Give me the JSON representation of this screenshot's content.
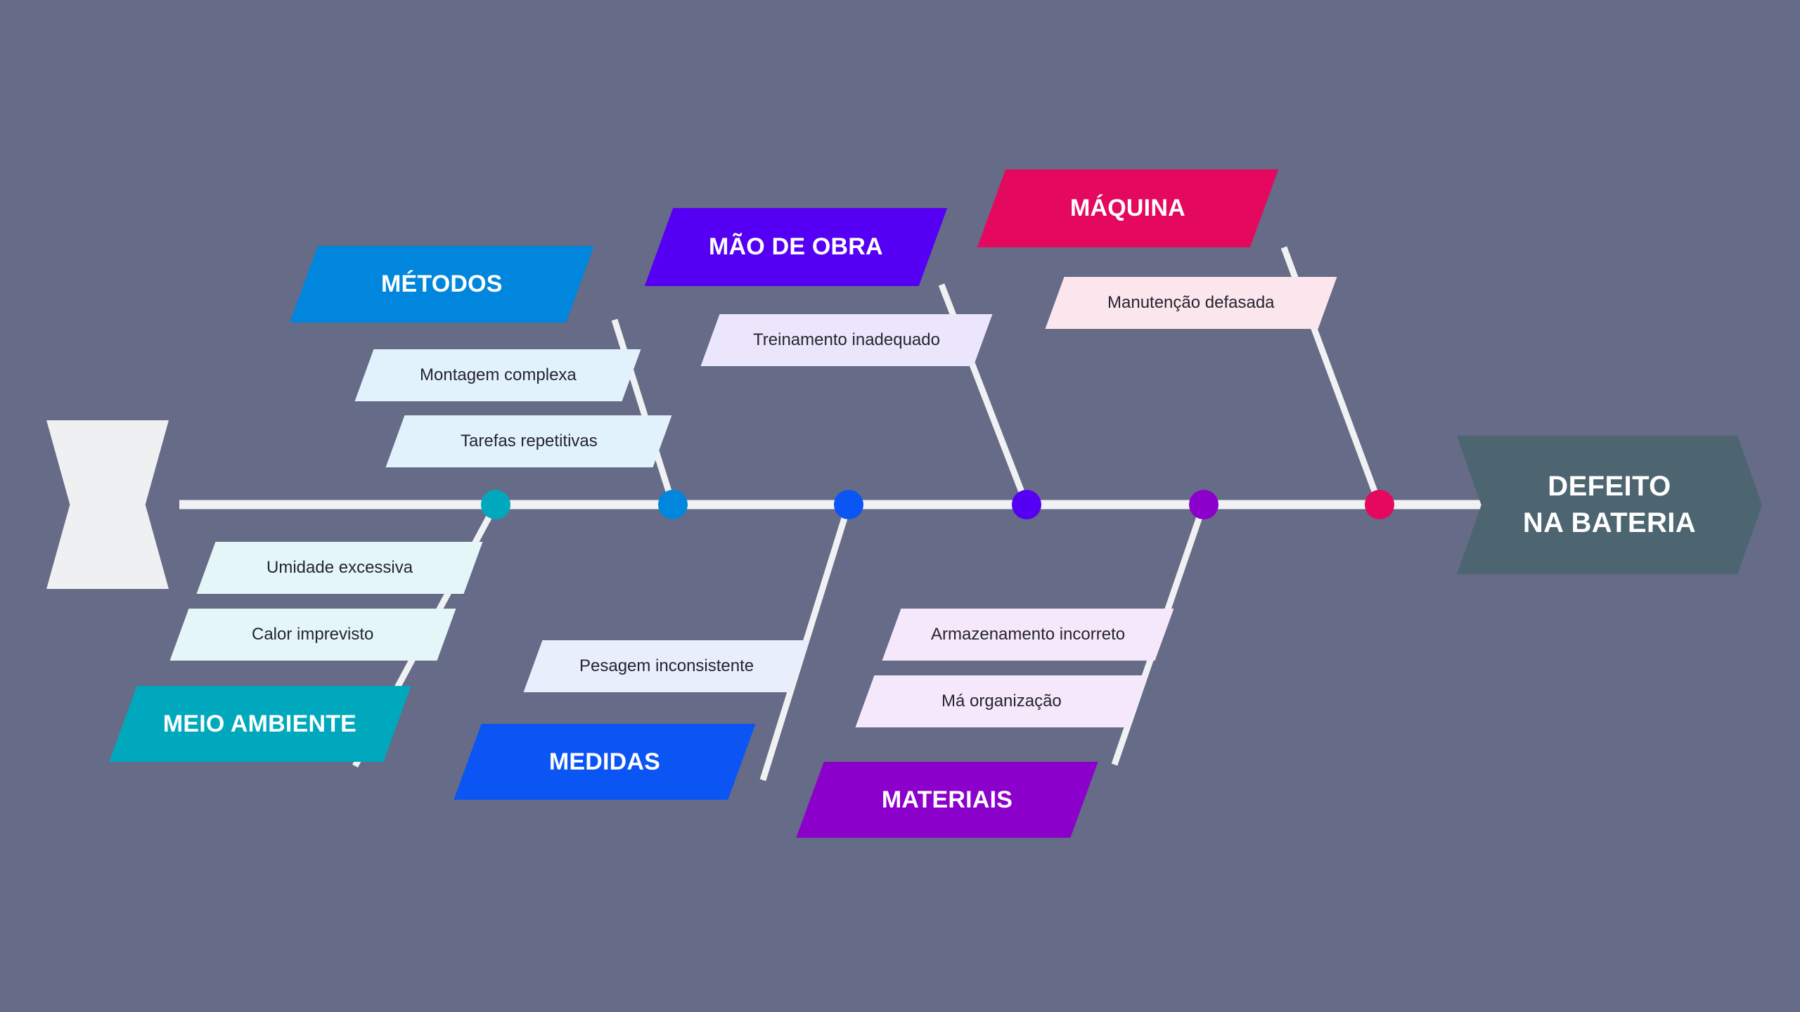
{
  "diagram": {
    "type": "fishbone-ishikawa",
    "language": "pt-BR",
    "background_color": "#666b87",
    "spine_color": "#f0f1f3",
    "effect": {
      "label": "DEFEITO\nNA BATERIA",
      "line1": "DEFEITO",
      "line2": "NA BATERIA",
      "color": "#4d6570",
      "text_color": "#ffffff"
    },
    "tail": {
      "label": "",
      "color": "#eff0f2"
    },
    "categories": [
      {
        "id": "meio-ambiente",
        "label": "MEIO AMBIENTE",
        "side": "below",
        "color": "#00a8be",
        "cause_color": "#e4f6f8",
        "dot_color": "#00a8be",
        "causes": [
          {
            "label": "Umidade excessiva"
          },
          {
            "label": "Calor imprevisto"
          }
        ]
      },
      {
        "id": "metodos",
        "label": "MÉTODOS",
        "side": "above",
        "color": "#0086dc",
        "cause_color": "#e2f2fc",
        "dot_color": "#0086dc",
        "causes": [
          {
            "label": "Montagem complexa"
          },
          {
            "label": "Tarefas repetitivas"
          }
        ]
      },
      {
        "id": "medidas",
        "label": "MEDIDAS",
        "side": "below",
        "color": "#0b55f5",
        "cause_color": "#e9eefc",
        "dot_color": "#0b55f5",
        "causes": [
          {
            "label": "Pesagem inconsistente"
          }
        ]
      },
      {
        "id": "mao-de-obra",
        "label": "MÃO DE OBRA",
        "side": "above",
        "color": "#5500f5",
        "cause_color": "#ebe6fb",
        "dot_color": "#5500f5",
        "causes": [
          {
            "label": "Treinamento inadequado"
          }
        ]
      },
      {
        "id": "materiais",
        "label": "MATERIAIS",
        "side": "below",
        "color": "#8c00cc",
        "cause_color": "#f5e8fa",
        "dot_color": "#8c00cc",
        "causes": [
          {
            "label": "Armazenamento incorreto"
          },
          {
            "label": "Má organização"
          }
        ]
      },
      {
        "id": "maquina",
        "label": "MÁQUINA",
        "side": "above",
        "color": "#e4085e",
        "cause_color": "#fce6ee",
        "dot_color": "#e4085e",
        "causes": [
          {
            "label": "Manutenção defasada"
          }
        ]
      }
    ]
  }
}
